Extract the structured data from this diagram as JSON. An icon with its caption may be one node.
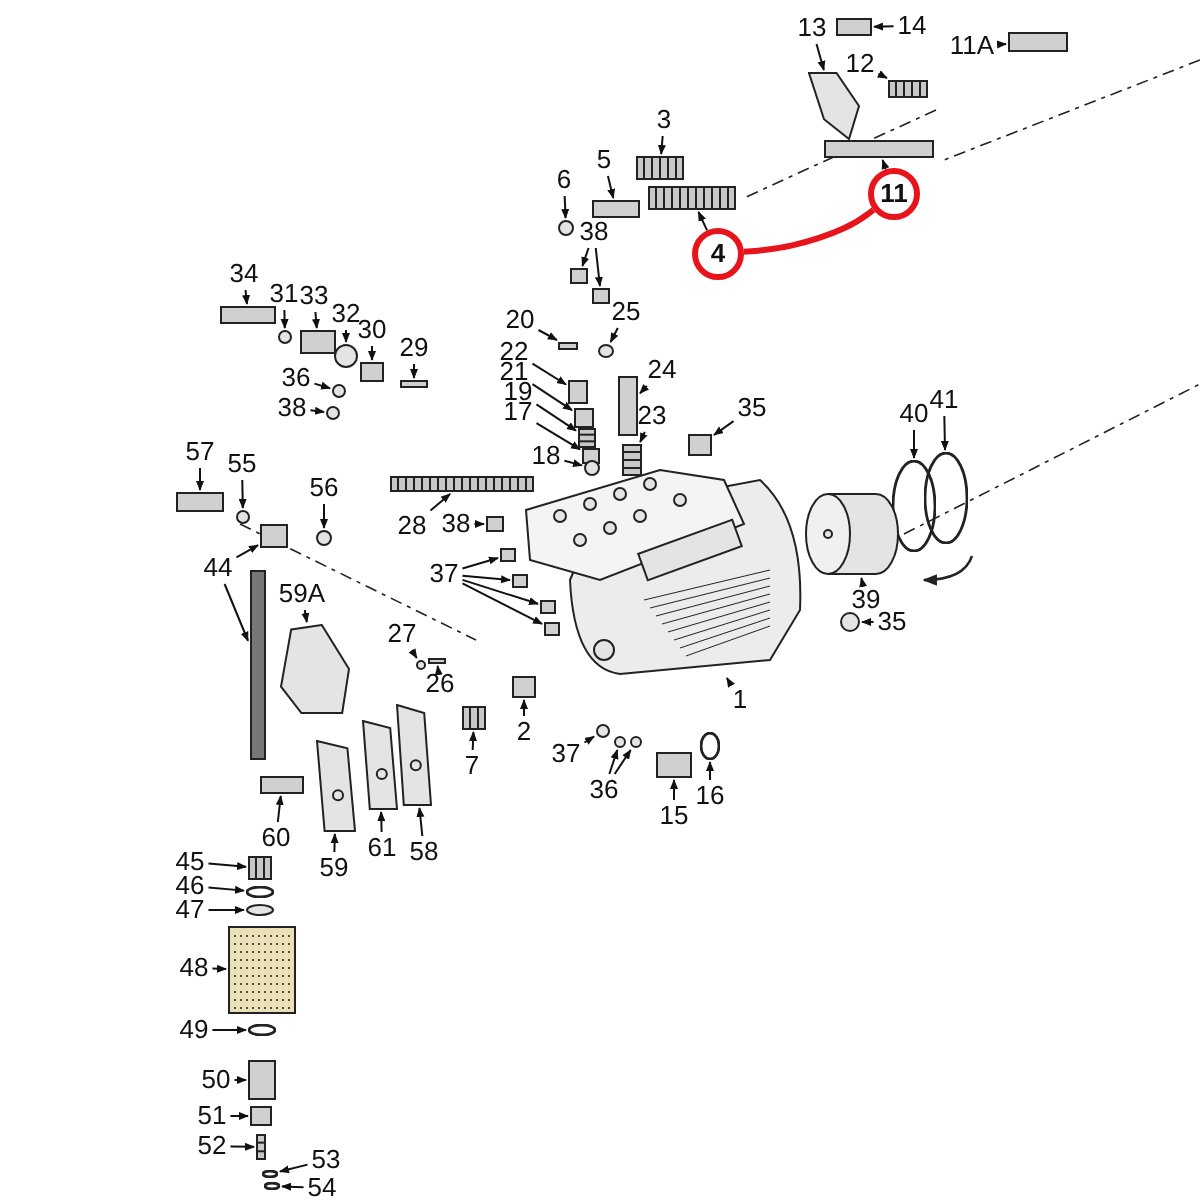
{
  "diagram": {
    "nodes": [
      {
        "text": [
          "13"
        ]
      },
      {
        "text": [
          "14"
        ]
      },
      {
        "text": [
          "11A"
        ]
      },
      {
        "text": [
          "12"
        ]
      },
      {
        "text": [
          "3"
        ]
      },
      {
        "text": [
          "5"
        ]
      },
      {
        "text": [
          "6"
        ]
      },
      {
        "text": [
          "11"
        ]
      },
      {
        "text": [
          "4"
        ]
      },
      {
        "text": [
          "38"
        ]
      },
      {
        "text": [
          "34"
        ]
      },
      {
        "text": [
          "31"
        ]
      },
      {
        "text": [
          "33"
        ]
      },
      {
        "text": [
          "32"
        ]
      },
      {
        "text": [
          "30"
        ]
      },
      {
        "text": [
          "29"
        ]
      },
      {
        "text": [
          "25"
        ]
      },
      {
        "text": [
          "20"
        ]
      },
      {
        "text": [
          "22"
        ]
      },
      {
        "text": [
          "24"
        ]
      },
      {
        "text": [
          "21"
        ]
      },
      {
        "text": [
          "19"
        ]
      },
      {
        "text": [
          "17"
        ]
      },
      {
        "text": [
          "23"
        ]
      },
      {
        "text": [
          "35"
        ]
      },
      {
        "text": [
          "36"
        ]
      },
      {
        "text": [
          "38"
        ]
      },
      {
        "text": [
          "41"
        ]
      },
      {
        "text": [
          "40"
        ]
      },
      {
        "text": [
          "18"
        ]
      },
      {
        "text": [
          "57"
        ]
      },
      {
        "text": [
          "55"
        ]
      },
      {
        "text": [
          "56"
        ]
      },
      {
        "text": [
          "28"
        ]
      },
      {
        "text": [
          "38"
        ]
      },
      {
        "text": [
          "44"
        ]
      },
      {
        "text": [
          "37"
        ]
      },
      {
        "text": [
          "59A"
        ]
      },
      {
        "text": [
          "39"
        ]
      },
      {
        "text": [
          "35"
        ]
      },
      {
        "text": [
          "27"
        ]
      },
      {
        "text": [
          "26"
        ]
      },
      {
        "text": [
          "1"
        ]
      },
      {
        "text": [
          "2"
        ]
      },
      {
        "text": [
          "7"
        ]
      },
      {
        "text": [
          "37"
        ]
      },
      {
        "text": [
          "36"
        ]
      },
      {
        "text": [
          "15"
        ]
      },
      {
        "text": [
          "16"
        ]
      },
      {
        "text": [
          "60"
        ]
      },
      {
        "text": [
          "59"
        ]
      },
      {
        "text": [
          "61"
        ]
      },
      {
        "text": [
          "58"
        ]
      },
      {
        "text": [
          "45"
        ]
      },
      {
        "text": [
          "46"
        ]
      },
      {
        "text": [
          "47"
        ]
      },
      {
        "text": [
          "48"
        ]
      },
      {
        "text": [
          "49"
        ]
      },
      {
        "text": [
          "50"
        ]
      },
      {
        "text": [
          "51"
        ]
      },
      {
        "text": [
          "52"
        ]
      },
      {
        "text": [
          "53"
        ]
      },
      {
        "text": [
          "54"
        ]
      },
      {
        "text": [],
        "shape": "picture"
      },
      {
        "text": [],
        "shape": "box"
      },
      {
        "text": [],
        "shape": "box"
      },
      {
        "text": [],
        "shape": "box"
      },
      {
        "text": [],
        "shape": "box"
      },
      {
        "text": [],
        "shape": "box"
      },
      {
        "text": [],
        "shape": "circle"
      },
      {
        "text": [],
        "shape": "box"
      },
      {
        "text": [],
        "shape": "box"
      },
      {
        "text": [],
        "shape": "box"
      },
      {
        "text": [],
        "shape": "box"
      },
      {
        "text": [],
        "shape": "box"
      },
      {
        "text": [],
        "shape": "circle"
      },
      {
        "text": [],
        "shape": "box"
      },
      {
        "text": [],
        "shape": "circle"
      },
      {
        "text": [],
        "shape": "box"
      },
      {
        "text": [],
        "shape": "box"
      },
      {
        "text": [],
        "shape": "circle"
      },
      {
        "text": [],
        "shape": "box"
      },
      {
        "text": [],
        "shape": "box"
      },
      {
        "text": [],
        "shape": "box"
      },
      {
        "text": [],
        "shape": "box"
      },
      {
        "text": [],
        "shape": "box"
      },
      {
        "text": [],
        "shape": "box"
      },
      {
        "text": [],
        "shape": "box"
      },
      {
        "text": [],
        "shape": "box"
      },
      {
        "text": [],
        "shape": "circle"
      },
      {
        "text": [],
        "shape": "circle"
      },
      {
        "text": [],
        "shape": "circle"
      },
      {
        "text": [],
        "shape": "circle"
      },
      {
        "text": [],
        "shape": "circle"
      },
      {
        "text": [],
        "shape": "box"
      },
      {
        "text": [],
        "shape": "circle"
      },
      {
        "text": [],
        "shape": "circle"
      },
      {
        "text": [],
        "shape": "box"
      },
      {
        "text": [],
        "shape": "box"
      },
      {
        "text": [],
        "shape": "box"
      },
      {
        "text": [],
        "shape": "box"
      },
      {
        "text": [],
        "shape": "box"
      },
      {
        "text": [],
        "shape": "box"
      },
      {
        "text": [],
        "shape": "box"
      },
      {
        "text": [],
        "shape": "box"
      },
      {
        "text": [],
        "shape": "picture"
      },
      {
        "text": [],
        "shape": "cylinder"
      },
      {
        "text": [],
        "shape": "circle"
      },
      {
        "text": [],
        "shape": "circle"
      },
      {
        "text": [],
        "shape": "box"
      },
      {
        "text": [],
        "shape": "picture"
      },
      {
        "text": [],
        "shape": "box"
      },
      {
        "text": [],
        "shape": "box"
      },
      {
        "text": [],
        "shape": "circle"
      },
      {
        "text": [],
        "shape": "circle"
      },
      {
        "text": [],
        "shape": "circle"
      },
      {
        "text": [],
        "shape": "box"
      },
      {
        "text": [],
        "shape": "circle"
      },
      {
        "text": [],
        "shape": "box"
      },
      {
        "text": [],
        "shape": "picture"
      },
      {
        "text": [],
        "shape": "picture"
      },
      {
        "text": [],
        "shape": "picture"
      },
      {
        "text": [],
        "shape": "box"
      },
      {
        "text": [],
        "shape": "circle"
      },
      {
        "text": [],
        "shape": "circle"
      },
      {
        "text": [],
        "shape": "picture"
      },
      {
        "text": [],
        "shape": "circle"
      },
      {
        "text": [],
        "shape": "box"
      },
      {
        "text": [],
        "shape": "box"
      },
      {
        "text": [],
        "shape": "box"
      },
      {
        "text": [],
        "shape": "circle"
      },
      {
        "text": [],
        "shape": "circle"
      }
    ],
    "edges": [
      {
        "from": 0,
        "to": 63,
        "arrow": "to"
      },
      {
        "from": 1,
        "to": 64,
        "arrow": "to"
      },
      {
        "from": 2,
        "to": 65,
        "arrow": "to"
      },
      {
        "from": 3,
        "to": 66,
        "arrow": "to"
      },
      {
        "from": 4,
        "to": 67,
        "arrow": "to"
      },
      {
        "from": 5,
        "to": 68,
        "arrow": "to"
      },
      {
        "from": 6,
        "to": 69,
        "arrow": "to"
      },
      {
        "from": 7,
        "to": 70,
        "arrow": "to"
      },
      {
        "from": 8,
        "to": 71,
        "arrow": "to"
      },
      {
        "from": 8,
        "to": 7,
        "arrow": "none",
        "style": "thick",
        "color": "#e8141c"
      },
      {
        "from": 9,
        "to": 72,
        "arrow": "to"
      },
      {
        "from": 9,
        "to": 73,
        "arrow": "to"
      },
      {
        "from": 10,
        "to": 74,
        "arrow": "to"
      },
      {
        "from": 11,
        "to": 75,
        "arrow": "to"
      },
      {
        "from": 12,
        "to": 76,
        "arrow": "to"
      },
      {
        "from": 13,
        "to": 77,
        "arrow": "to"
      },
      {
        "from": 14,
        "to": 78,
        "arrow": "to"
      },
      {
        "from": 15,
        "to": 79,
        "arrow": "to"
      },
      {
        "from": 16,
        "to": 80,
        "arrow": "to"
      },
      {
        "from": 17,
        "to": 81,
        "arrow": "to"
      },
      {
        "from": 18,
        "to": 82,
        "arrow": "to"
      },
      {
        "from": 19,
        "to": 83,
        "arrow": "to"
      },
      {
        "from": 20,
        "to": 84,
        "arrow": "to"
      },
      {
        "from": 21,
        "to": 85,
        "arrow": "to"
      },
      {
        "from": 22,
        "to": 86,
        "arrow": "to"
      },
      {
        "from": 23,
        "to": 87,
        "arrow": "to"
      },
      {
        "from": 24,
        "to": 88,
        "arrow": "to"
      },
      {
        "from": 25,
        "to": 89,
        "arrow": "to"
      },
      {
        "from": 26,
        "to": 90,
        "arrow": "to"
      },
      {
        "from": 27,
        "to": 91,
        "arrow": "to"
      },
      {
        "from": 28,
        "to": 92,
        "arrow": "to"
      },
      {
        "from": 29,
        "to": 93,
        "arrow": "to"
      },
      {
        "from": 30,
        "to": 94,
        "arrow": "to"
      },
      {
        "from": 31,
        "to": 95,
        "arrow": "to"
      },
      {
        "from": 32,
        "to": 96,
        "arrow": "to"
      },
      {
        "from": 33,
        "to": 97,
        "arrow": "to"
      },
      {
        "from": 34,
        "to": 98,
        "arrow": "to"
      },
      {
        "from": 35,
        "to": 99,
        "arrow": "to"
      },
      {
        "from": 35,
        "to": 100,
        "arrow": "to"
      },
      {
        "from": 36,
        "to": 101,
        "arrow": "to"
      },
      {
        "from": 36,
        "to": 102,
        "arrow": "to"
      },
      {
        "from": 36,
        "to": 103,
        "arrow": "to"
      },
      {
        "from": 36,
        "to": 104,
        "arrow": "to"
      },
      {
        "from": 37,
        "to": 105,
        "arrow": "to"
      },
      {
        "from": 38,
        "to": 106,
        "arrow": "to"
      },
      {
        "from": 39,
        "to": 107,
        "arrow": "to"
      },
      {
        "from": 40,
        "to": 108,
        "arrow": "to"
      },
      {
        "from": 41,
        "to": 109,
        "arrow": "to"
      },
      {
        "from": 42,
        "to": 110,
        "arrow": "to"
      },
      {
        "from": 43,
        "to": 111,
        "arrow": "to"
      },
      {
        "from": 44,
        "to": 112,
        "arrow": "to"
      },
      {
        "from": 45,
        "to": 113,
        "arrow": "to"
      },
      {
        "from": 46,
        "to": 114,
        "arrow": "to"
      },
      {
        "from": 46,
        "to": 115,
        "arrow": "to"
      },
      {
        "from": 47,
        "to": 116,
        "arrow": "to"
      },
      {
        "from": 48,
        "to": 117,
        "arrow": "to"
      },
      {
        "from": 49,
        "to": 118,
        "arrow": "to"
      },
      {
        "from": 50,
        "to": 119,
        "arrow": "to"
      },
      {
        "from": 51,
        "to": 120,
        "arrow": "to"
      },
      {
        "from": 52,
        "to": 121,
        "arrow": "to"
      },
      {
        "from": 53,
        "to": 122,
        "arrow": "to"
      },
      {
        "from": 54,
        "to": 123,
        "arrow": "to"
      },
      {
        "from": 55,
        "to": 124,
        "arrow": "to"
      },
      {
        "from": 56,
        "to": 125,
        "arrow": "to"
      },
      {
        "from": 57,
        "to": 126,
        "arrow": "to"
      },
      {
        "from": 58,
        "to": 127,
        "arrow": "to"
      },
      {
        "from": 59,
        "to": 128,
        "arrow": "to"
      },
      {
        "from": 60,
        "to": 129,
        "arrow": "to"
      },
      {
        "from": 61,
        "to": 130,
        "arrow": "to"
      },
      {
        "from": 62,
        "to": 131,
        "arrow": "to"
      }
    ]
  }
}
